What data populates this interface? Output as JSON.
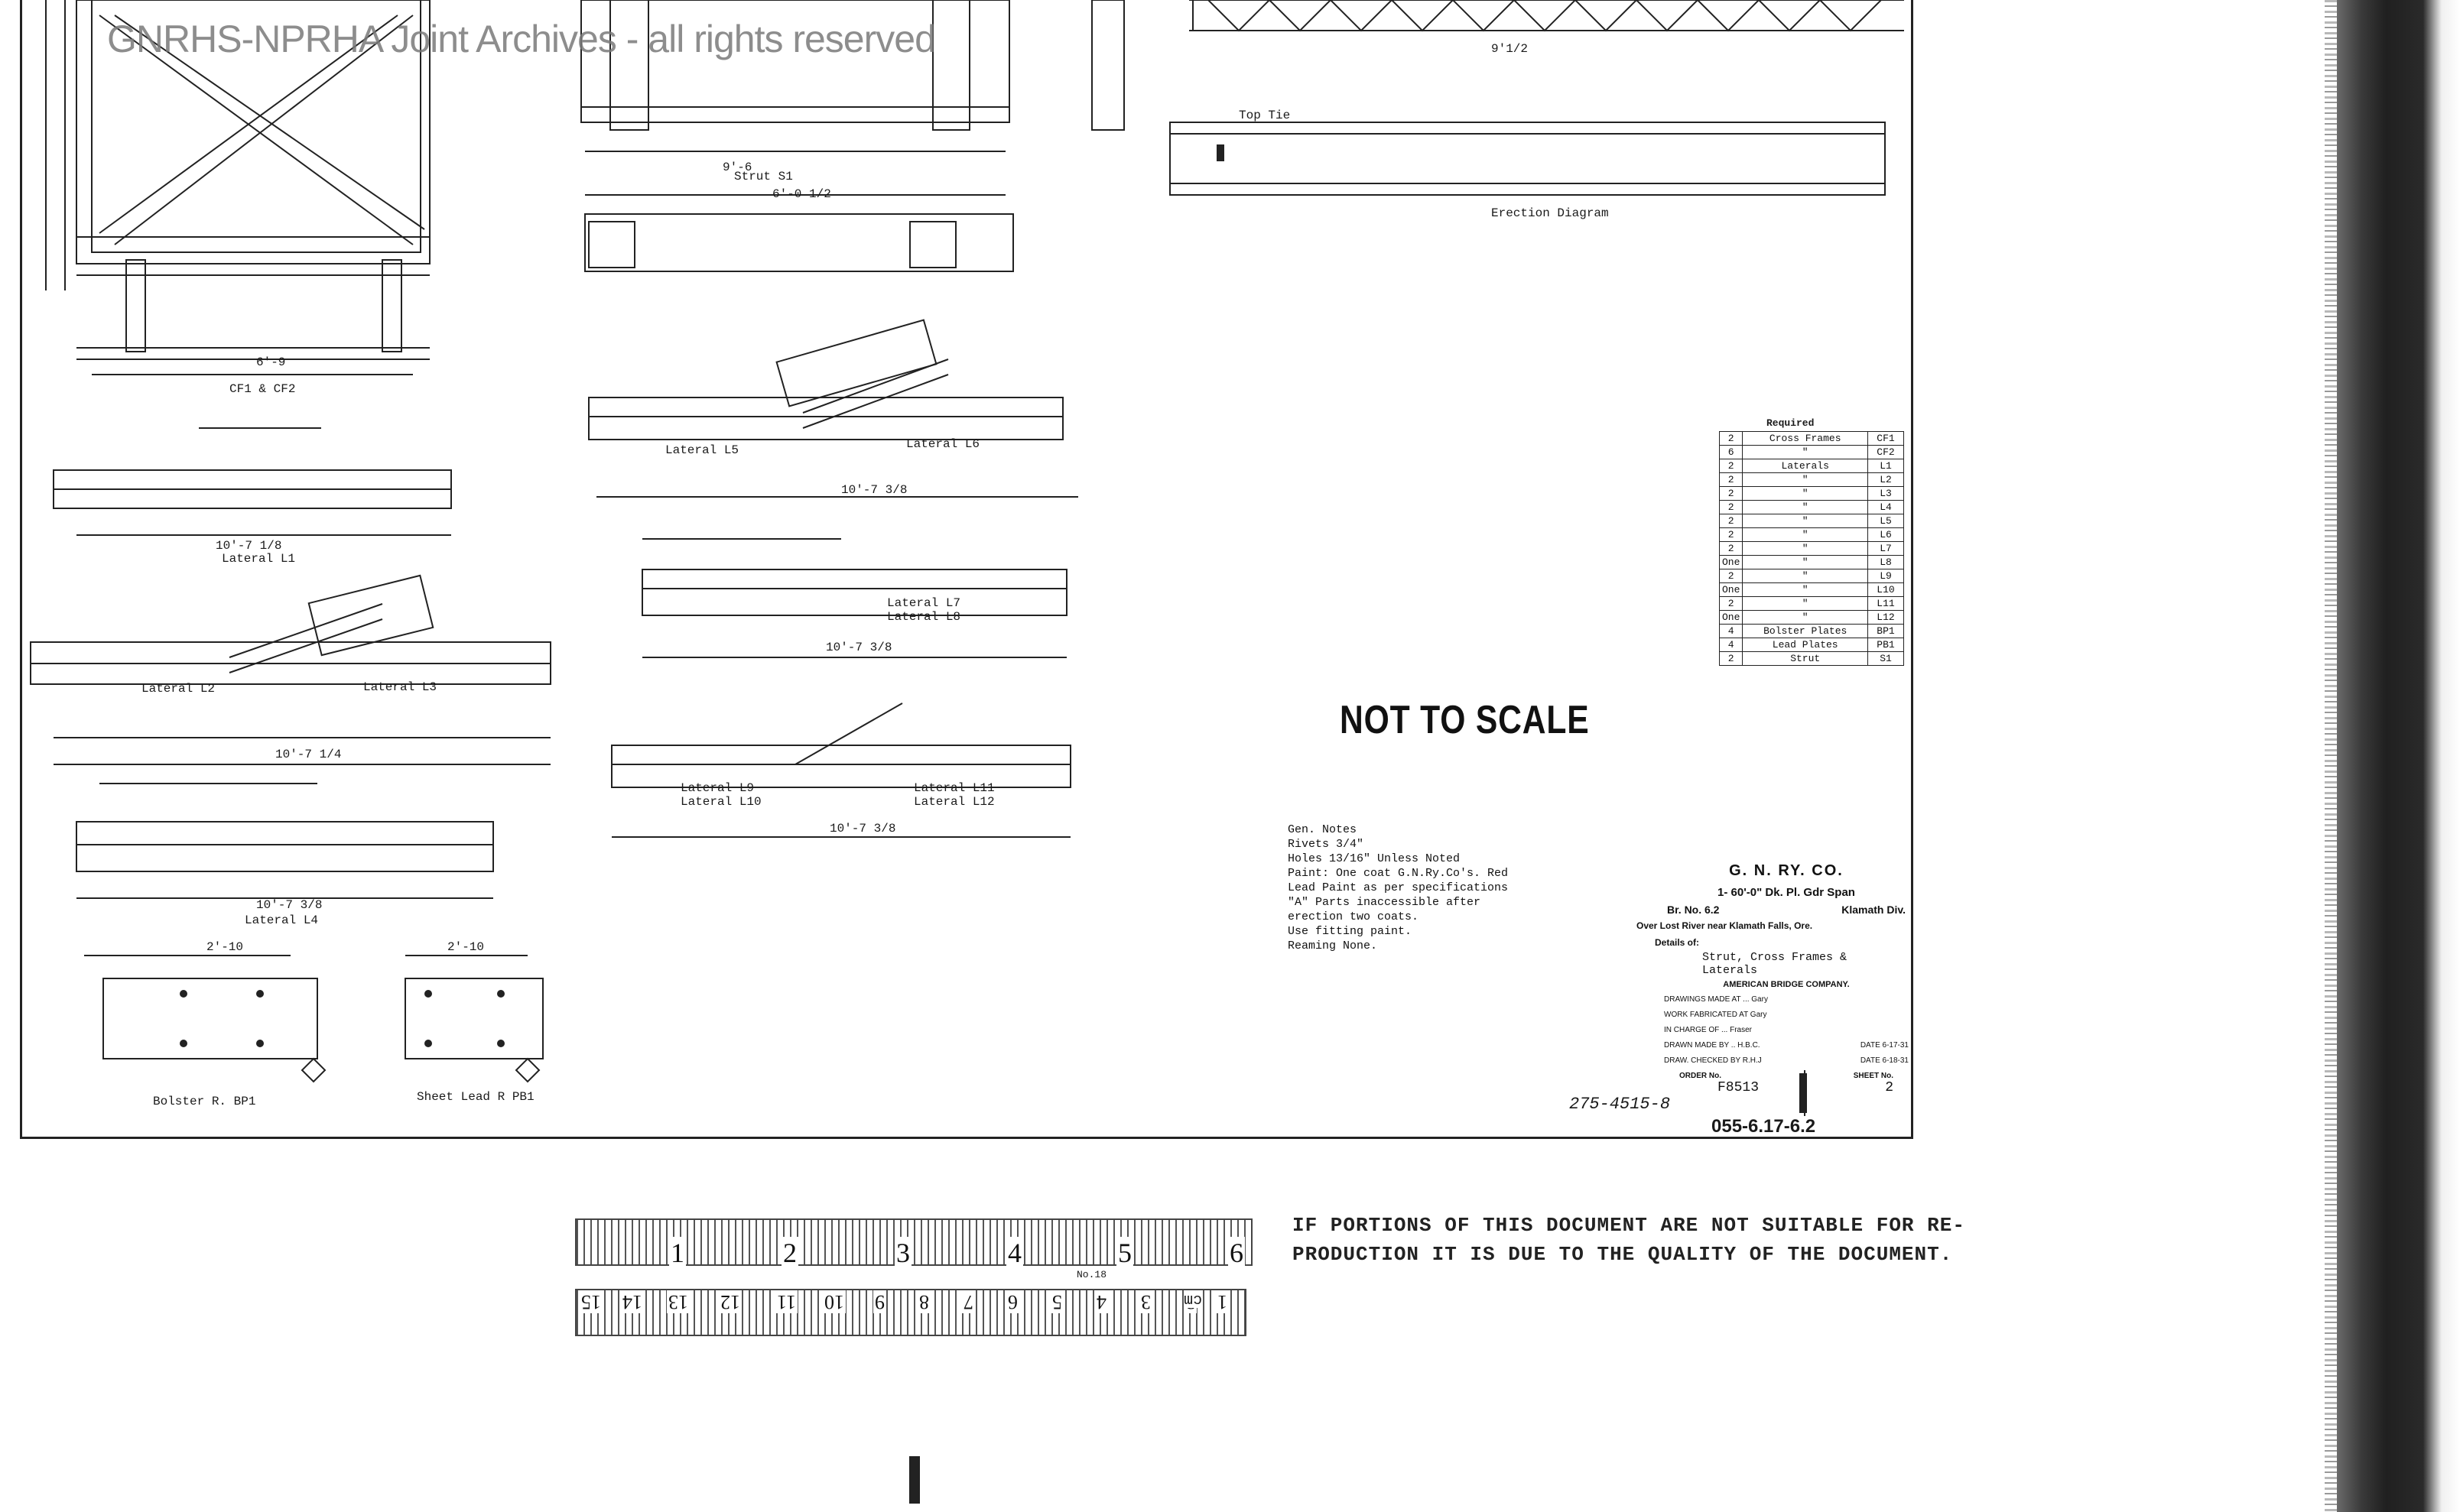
{
  "watermark": "GNRHS-NPRHA Joint Archives - all rights reserved",
  "not_to_scale": "NOT TO SCALE",
  "drawing_labels": {
    "cf": "CF1 & CF2",
    "strut": "Strut S1",
    "erection": "Erection Diagram",
    "lat_l1": "Lateral L1",
    "lat_l2": "Lateral L2",
    "lat_l3": "Lateral L3",
    "lat_l4": "Lateral L4",
    "lat_l5": "Lateral L5",
    "lat_l6": "Lateral L6",
    "lat_l7": "Lateral L7",
    "lat_l8": "Lateral L8",
    "lat_l9": "Lateral L9",
    "lat_l10": "Lateral L10",
    "lat_l11": "Lateral L11",
    "lat_l12": "Lateral L12",
    "bolster": "Bolster R. BP1",
    "lead_plate": "Sheet Lead R PB1",
    "dim_l1": "10'-7 1/8",
    "dim_l2": "10'-7 1/4",
    "dim_l5": "10'-7 3/8",
    "dim_l7": "10'-7 3/8",
    "dim_l9": "10'-7 3/8",
    "dim_l4": "10'-7 3/8",
    "dim_cf": "6'-9",
    "dim_strut": "9'-6",
    "dim_strut2": "6'-0 1/2",
    "dim_bolster": "2'-10",
    "dim_lead": "2'-10",
    "dim_top_truss": "9'1/2",
    "top_tie": "Top Tie"
  },
  "notes": {
    "heading": "Gen. Notes",
    "lines": [
      "Rivets 3/4\"",
      "Holes 13/16\" Unless Noted",
      "Paint: One coat G.N.Ry.Co's. Red",
      "Lead Paint as per specifications",
      "\"A\" Parts inaccessible after",
      "erection two coats.",
      "Use fitting paint.",
      "Reaming None."
    ]
  },
  "required_table": {
    "heading": "Required",
    "rows": [
      {
        "q": "2",
        "m": "Cross Frames",
        "k": "CF1"
      },
      {
        "q": "6",
        "m": "\"",
        "k": "CF2"
      },
      {
        "q": "2",
        "m": "Laterals",
        "k": "L1"
      },
      {
        "q": "2",
        "m": "\"",
        "k": "L2"
      },
      {
        "q": "2",
        "m": "\"",
        "k": "L3"
      },
      {
        "q": "2",
        "m": "\"",
        "k": "L4"
      },
      {
        "q": "2",
        "m": "\"",
        "k": "L5"
      },
      {
        "q": "2",
        "m": "\"",
        "k": "L6"
      },
      {
        "q": "2",
        "m": "\"",
        "k": "L7"
      },
      {
        "q": "One",
        "m": "\"",
        "k": "L8"
      },
      {
        "q": "2",
        "m": "\"",
        "k": "L9"
      },
      {
        "q": "One",
        "m": "\"",
        "k": "L10"
      },
      {
        "q": "2",
        "m": "\"",
        "k": "L11"
      },
      {
        "q": "One",
        "m": "\"",
        "k": "L12"
      },
      {
        "q": "4",
        "m": "Bolster Plates",
        "k": "BP1"
      },
      {
        "q": "4",
        "m": "Lead Plates",
        "k": "PB1"
      },
      {
        "q": "2",
        "m": "Strut",
        "k": "S1"
      }
    ]
  },
  "title_block": {
    "company": "G. N. RY. CO.",
    "span": "1- 60'-0\" Dk. Pl. Gdr Span",
    "bridge_no": "Br. No. 6.2",
    "division": "Klamath Div.",
    "location": "Over Lost River near Klamath Falls, Ore.",
    "details_of": "Details of:",
    "subject": "Strut, Cross Frames & Laterals",
    "maker": "AMERICAN BRIDGE COMPANY.",
    "drawings_made_at": "DRAWINGS MADE AT ... Gary",
    "work_fabricated_at": "WORK FABRICATED AT Gary",
    "in_charge_of": "IN CHARGE OF ... Fraser",
    "drawn_by": "DRAWN MADE BY .. H.B.C.",
    "date1": "DATE 6-17-31",
    "checked_by": "DRAW. CHECKED BY R.H.J",
    "date2": "DATE 6-18-31",
    "order_no_label": "ORDER No.",
    "order_no": "F8513",
    "sheet_no_label": "SHEET No.",
    "sheet_no": "2",
    "doc_no": "275-4515-8",
    "ref_no": "055-6.17-6.2"
  },
  "ruler": {
    "top_numbers": [
      "1",
      "2",
      "3",
      "4",
      "5",
      "6"
    ],
    "bottom_numbers": [
      "1",
      "2",
      "3",
      "4",
      "5",
      "6",
      "7",
      "8",
      "9",
      "10",
      "11",
      "12",
      "13",
      "14",
      "15"
    ],
    "cm_label": "cm",
    "no_label": "No.18"
  },
  "disclaimer": {
    "line1": "IF PORTIONS OF THIS DOCUMENT ARE NOT SUITABLE FOR RE-",
    "line2": "PRODUCTION IT IS DUE TO THE QUALITY OF THE DOCUMENT."
  }
}
